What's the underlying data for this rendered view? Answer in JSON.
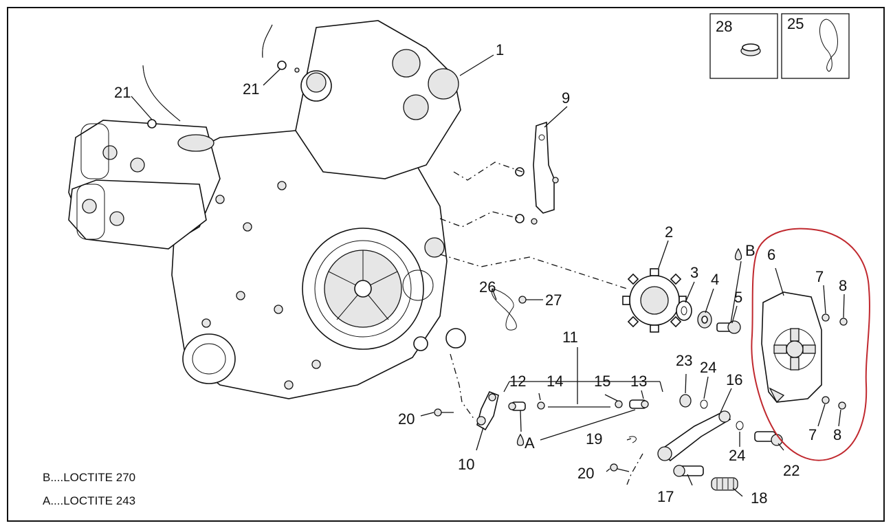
{
  "diagram": {
    "callouts": {
      "c1": "1",
      "c2": "2",
      "c3": "3",
      "c4": "4",
      "c5": "5",
      "c6": "6",
      "c7a": "7",
      "c7b": "7",
      "c8a": "8",
      "c8b": "8",
      "c9": "9",
      "c10": "10",
      "c11": "11",
      "c12": "12",
      "c13": "13",
      "c14": "14",
      "c15": "15",
      "c16": "16",
      "c17": "17",
      "c18": "18",
      "c19": "19",
      "c20a": "20",
      "c20b": "20",
      "c21a": "21",
      "c21b": "21",
      "c22": "22",
      "c23": "23",
      "c24a": "24",
      "c24b": "24",
      "c25": "25",
      "c26": "26",
      "c27": "27",
      "c28": "28"
    },
    "adhesive_marks": {
      "a": "A",
      "b": "B"
    },
    "legend": {
      "line_b": "B....LOCTITE 270",
      "line_a": "A....LOCTITE 243"
    },
    "highlight_color": "#c0282e"
  }
}
